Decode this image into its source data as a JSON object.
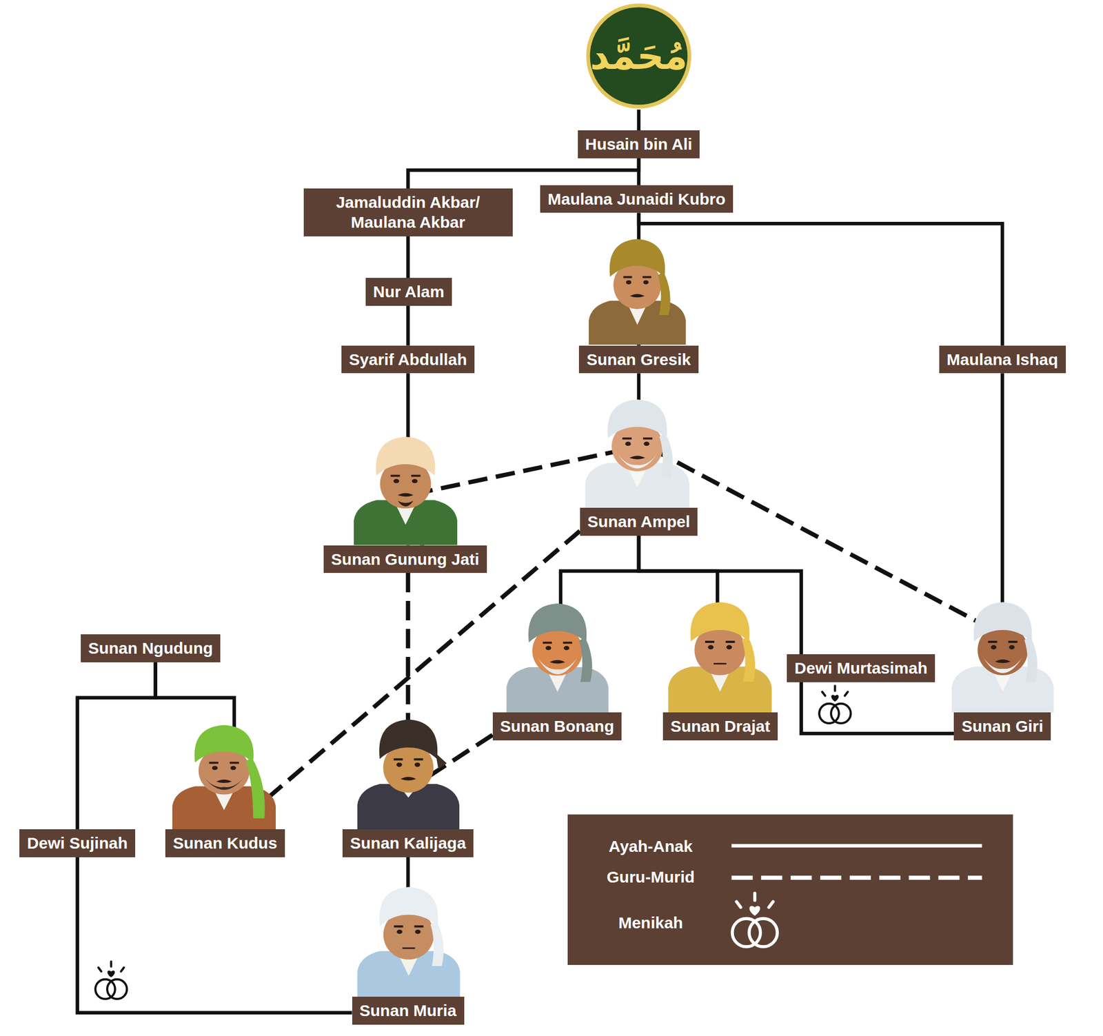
{
  "diagram": {
    "nodes": [
      {
        "text": [
          "مُحَمَّد"
        ]
      },
      {
        "text": [
          "Husain bin Ali"
        ]
      },
      {
        "text": [
          "Jamaluddin Akbar/ Maulana Akbar"
        ]
      },
      {
        "text": [
          "Maulana Junaidi Kubro"
        ]
      },
      {
        "text": [
          "Nur Alam"
        ]
      },
      {
        "text": [
          "Syarif Abdullah"
        ]
      },
      {
        "text": [
          "Sunan Gresik"
        ]
      },
      {
        "text": [
          "Maulana Ishaq"
        ]
      },
      {
        "text": [
          "Sunan Ampel"
        ]
      },
      {
        "text": [
          "Sunan Gunung Jati"
        ]
      },
      {
        "text": [
          "Sunan Ngudung"
        ]
      },
      {
        "text": [
          "Dewi Murtasimah"
        ]
      },
      {
        "text": [
          "Sunan Bonang"
        ]
      },
      {
        "text": [
          "Sunan Drajat"
        ]
      },
      {
        "text": [
          "Sunan Giri"
        ]
      },
      {
        "text": [
          "Dewi Sujinah"
        ]
      },
      {
        "text": [
          "Sunan Kudus"
        ]
      },
      {
        "text": [
          "Sunan Kalijaga"
        ]
      },
      {
        "text": [
          "Sunan Muria"
        ]
      }
    ],
    "edges": [
      {
        "from": 0,
        "to": 1,
        "arrow": "none"
      },
      {
        "from": 1,
        "to": 2,
        "arrow": "none"
      },
      {
        "from": 1,
        "to": 3,
        "arrow": "none"
      },
      {
        "from": 2,
        "to": 4,
        "arrow": "none"
      },
      {
        "from": 4,
        "to": 5,
        "arrow": "none"
      },
      {
        "from": 5,
        "to": 9,
        "arrow": "none"
      },
      {
        "from": 3,
        "to": 6,
        "arrow": "none"
      },
      {
        "from": 3,
        "to": 7,
        "arrow": "none"
      },
      {
        "from": 6,
        "to": 8,
        "arrow": "none"
      },
      {
        "from": 8,
        "to": 12,
        "arrow": "none"
      },
      {
        "from": 8,
        "to": 13,
        "arrow": "none"
      },
      {
        "from": 8,
        "to": 11,
        "arrow": "none"
      },
      {
        "from": 7,
        "to": 14,
        "arrow": "none"
      },
      {
        "from": 11,
        "to": 14,
        "arrow": "none"
      },
      {
        "from": 10,
        "to": 16,
        "arrow": "none"
      },
      {
        "from": 10,
        "to": 15,
        "arrow": "none"
      },
      {
        "from": 17,
        "to": 18,
        "arrow": "none"
      },
      {
        "from": 15,
        "to": 18,
        "arrow": "none"
      },
      {
        "from": 8,
        "to": 9,
        "arrow": "none"
      },
      {
        "from": 8,
        "to": 14,
        "arrow": "none"
      },
      {
        "from": 8,
        "to": 16,
        "arrow": "none"
      },
      {
        "from": 9,
        "to": 17,
        "arrow": "none"
      },
      {
        "from": 12,
        "to": 17,
        "arrow": "none"
      }
    ],
    "legend": [
      {
        "text": "Ayah-Anak"
      },
      {
        "text": "Guru-Murid"
      },
      {
        "text": "Menikah"
      }
    ]
  }
}
